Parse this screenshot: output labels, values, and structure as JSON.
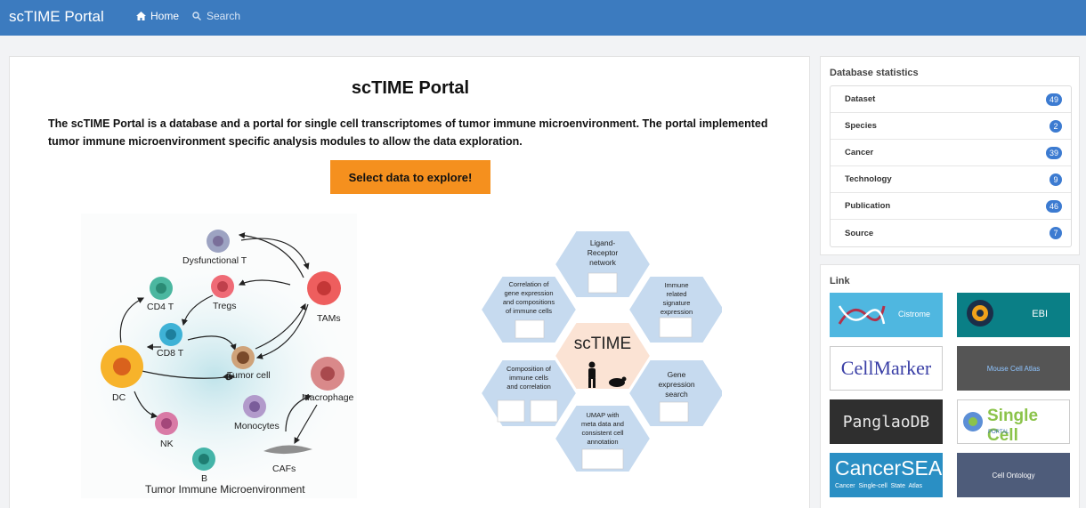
{
  "header": {
    "brand": "scTIME Portal",
    "nav": {
      "home": "Home",
      "search": "Search"
    }
  },
  "main": {
    "title": "scTIME Portal",
    "intro_line1": "The scTIME Portal is a database and a portal for single cell transcriptomes of tumor immune microenvironment. The portal implemented",
    "intro_line2": "tumor immune microenvironment specific analysis modules to allow the data exploration.",
    "cta_label": "Select data to explore!"
  },
  "tme_figure": {
    "cells": {
      "dysfunctional_t": "Dysfunctional T",
      "cd4": "CD4 T",
      "tregs": "Tregs",
      "tams": "TAMs",
      "cd8": "CD8 T",
      "tumor": "Tumor cell",
      "dc": "DC",
      "macrophage": "Macrophage",
      "monocytes": "Monocytes",
      "nk": "NK",
      "cafs": "CAFs",
      "b": "B"
    },
    "caption": "Tumor Immune Microenvironment"
  },
  "module_figure": {
    "center": "scTIME",
    "hexes": {
      "ligand": [
        "Ligand-",
        "Receptor",
        "network"
      ],
      "correlation": [
        "Correlation of",
        "gene expression",
        "and compositions",
        "of immune cells"
      ],
      "signature": [
        "Immune",
        "related",
        "signature",
        "expression"
      ],
      "composition": [
        "Composition of",
        "immune cells",
        "and correlation"
      ],
      "gene_search": [
        "Gene",
        "expression",
        "search"
      ],
      "umap": [
        "UMAP with",
        "meta data and",
        "consistent cell",
        "annotation"
      ]
    }
  },
  "stats": {
    "title": "Database statistics",
    "items": [
      {
        "label": "Dataset",
        "value": "49"
      },
      {
        "label": "Species",
        "value": "2"
      },
      {
        "label": "Cancer",
        "value": "39"
      },
      {
        "label": "Technology",
        "value": "9"
      },
      {
        "label": "Publication",
        "value": "46"
      },
      {
        "label": "Source",
        "value": "7"
      }
    ]
  },
  "links": {
    "title": "Link",
    "cistrome": "Cistrome",
    "ebi": "EBI",
    "cellmarker": "CellMarker",
    "mouse_atlas": "Mouse Cell Atlas",
    "panglao": "PanglaoDB",
    "single_cell": "Single Cell",
    "single_cell_sub": "PORTAL",
    "cancersea": "CancerSEA",
    "cancersea_sub": "Cancer  Single-cell  State  Atlas",
    "cell_ontology": "Cell Ontology"
  },
  "colors": {
    "topbar": "#3c7bbf",
    "cta": "#f5901e",
    "badge": "#3c7bd1"
  }
}
